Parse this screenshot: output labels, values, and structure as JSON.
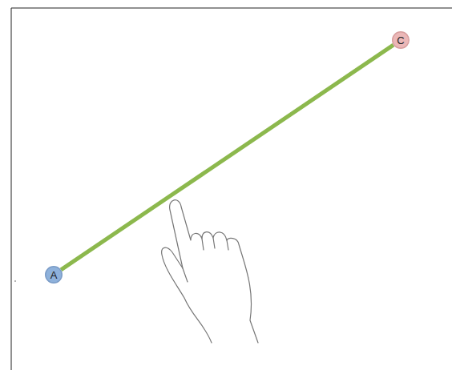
{
  "diagram": {
    "nodes": [
      {
        "text": [
          "A"
        ]
      },
      {
        "text": [
          "C"
        ]
      }
    ],
    "edges": [
      {
        "from": 0,
        "to": 1,
        "arrow": "none"
      }
    ]
  }
}
